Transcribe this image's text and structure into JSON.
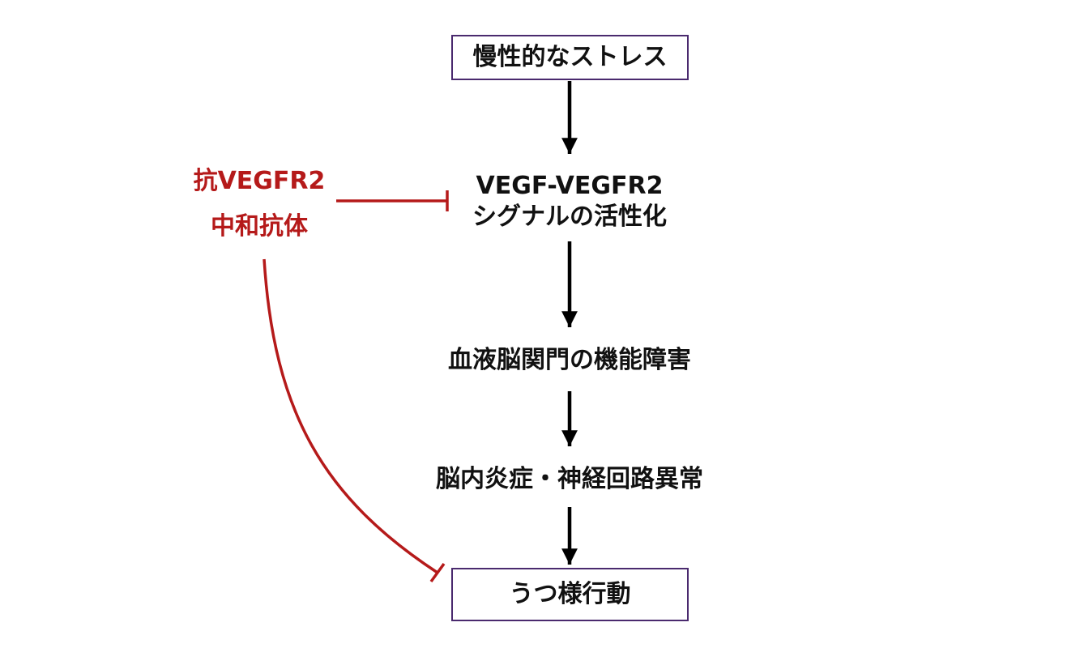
{
  "nodes": {
    "chronic_stress": "慢性的なストレス",
    "vegf_line1": "VEGF-VEGFR2",
    "vegf_line2": "シグナルの活性化",
    "bbb": "血液脳関門の機能障害",
    "neuro": "脳内炎症・神経回路異常",
    "depression": "うつ様行動"
  },
  "inhibitor": {
    "line1": "抗VEGFR2",
    "line2": "中和抗体"
  },
  "colors": {
    "arrow": "#000000",
    "inhibition": "#b51a1a",
    "box_border": "#4a2a6e"
  }
}
